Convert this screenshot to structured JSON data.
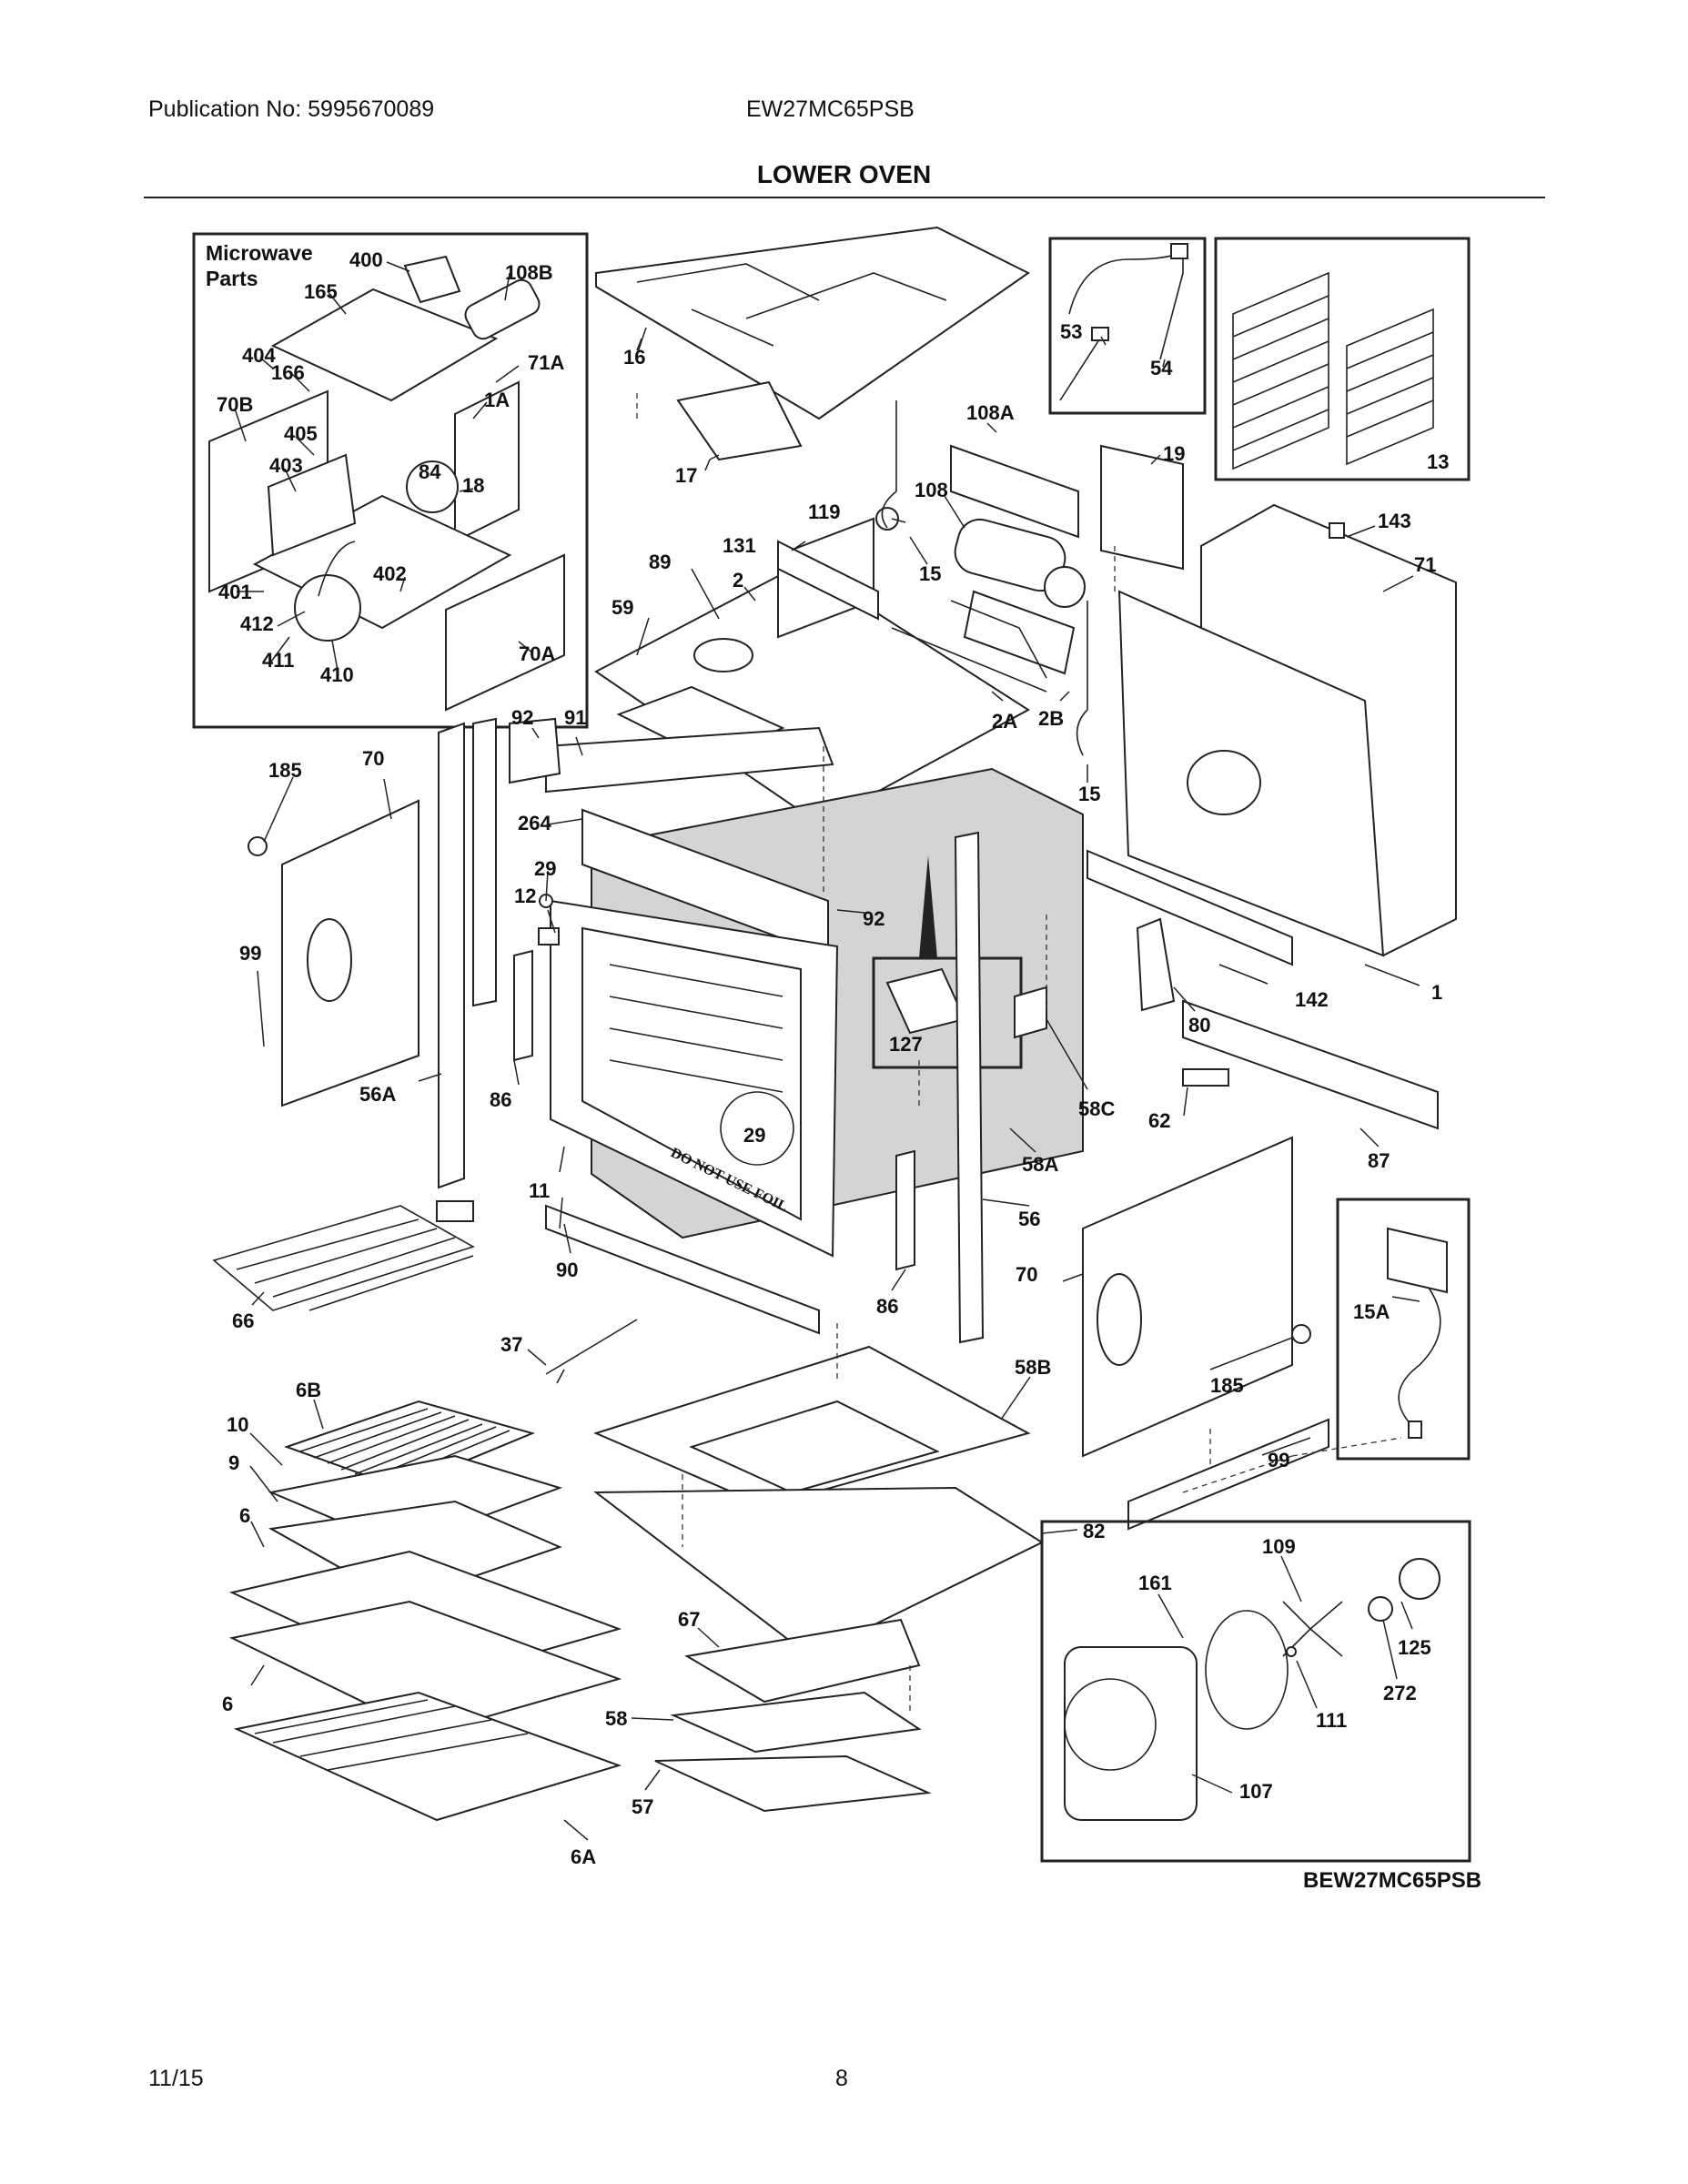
{
  "header": {
    "publication": "Publication No: 5995670089",
    "model": "EW27MC65PSB",
    "title": "LOWER OVEN"
  },
  "inset_microwave": {
    "title_line1": "Microwave",
    "title_line2": "Parts",
    "labels": [
      "400",
      "108B",
      "165",
      "404",
      "166",
      "71A",
      "70B",
      "1A",
      "405",
      "84",
      "403",
      "18",
      "402",
      "401",
      "412",
      "411",
      "410",
      "70A"
    ]
  },
  "main_labels": {
    "l16": "16",
    "l17": "17",
    "l108A": "108A",
    "l19": "19",
    "l13": "13",
    "l53": "53",
    "l54": "54",
    "l108": "108",
    "l119": "119",
    "l131": "131",
    "l15a": "15",
    "l89": "89",
    "l2": "2",
    "l59": "59",
    "l143": "143",
    "l71": "71",
    "l2A": "2A",
    "l2B": "2B",
    "l15b": "15",
    "l92a": "92",
    "l91": "91",
    "l185a": "185",
    "l70a": "70",
    "l264": "264",
    "l29a": "29",
    "l12": "12",
    "l92b": "92",
    "l99a": "99",
    "l127": "127",
    "l142": "142",
    "l1": "1",
    "l80": "80",
    "l56A": "56A",
    "l86a": "86",
    "l29b": "29",
    "l58C": "58C",
    "l62": "62",
    "l58A": "58A",
    "l87": "87",
    "l11": "11",
    "l56": "56",
    "l90": "90",
    "l70b": "70",
    "l15A": "15A",
    "l66": "66",
    "l86b": "86",
    "l37": "37",
    "l58B": "58B",
    "l185b": "185",
    "l6B": "6B",
    "l10": "10",
    "l99b": "99",
    "l9": "9",
    "l82": "82",
    "l6a": "6",
    "l109": "109",
    "l161": "161",
    "l125": "125",
    "l67": "67",
    "l272": "272",
    "l6b": "6",
    "l111": "111",
    "l58": "58",
    "l57": "57",
    "l107": "107",
    "l6A": "6A"
  },
  "stamp": "DO NOT USE FOIL",
  "diagram_code": "BEW27MC65PSB",
  "footer": {
    "date": "11/15",
    "page": "8"
  }
}
